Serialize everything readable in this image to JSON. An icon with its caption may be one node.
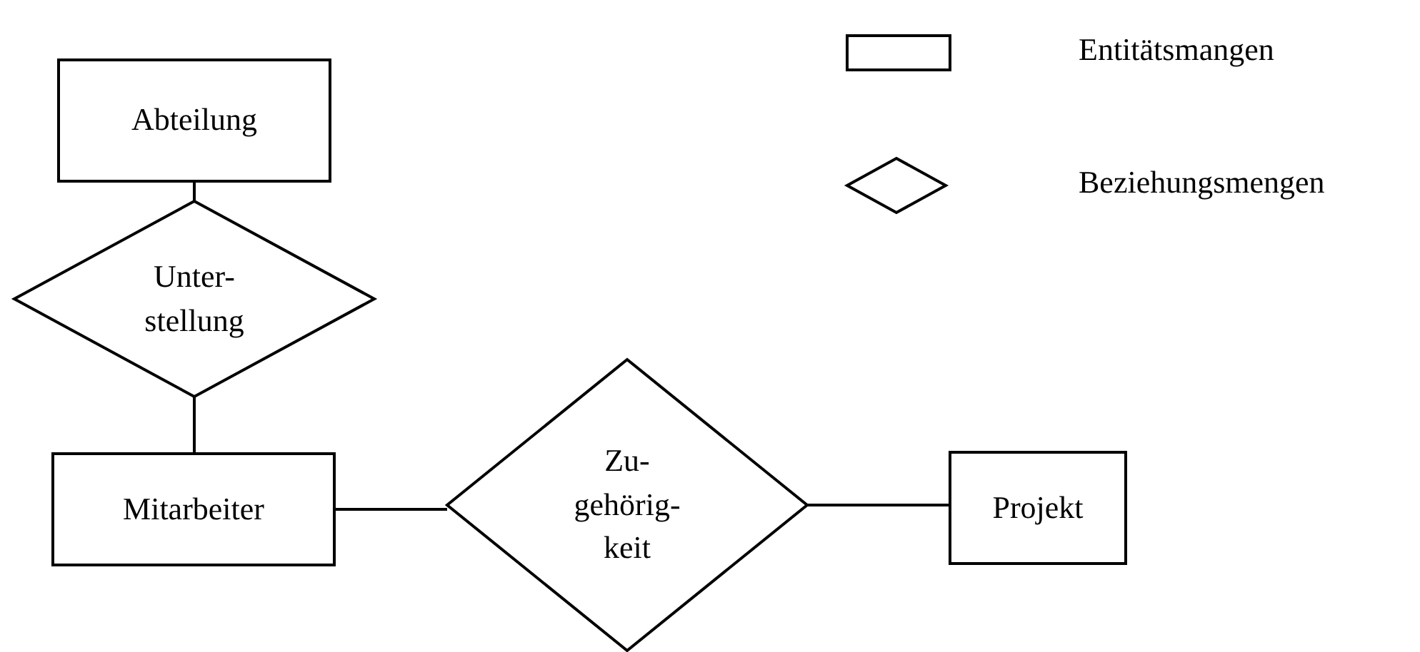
{
  "diagram": {
    "nodes": [
      {
        "text": [
          "Abteilung"
        ]
      },
      {
        "text": [
          "Unter- stellung"
        ]
      },
      {
        "text": [
          "Mitarbeiter"
        ]
      },
      {
        "text": [
          "Zu- gehörig- keit"
        ]
      },
      {
        "text": [
          "Projekt"
        ]
      }
    ],
    "edges": [
      {
        "from": 0,
        "to": 1,
        "arrow": "none"
      },
      {
        "from": 1,
        "to": 2,
        "arrow": "none"
      },
      {
        "from": 2,
        "to": 3,
        "arrow": "none"
      },
      {
        "from": 3,
        "to": 4,
        "arrow": "none"
      }
    ],
    "legend": [
      {
        "text": "Entitätsmangen"
      },
      {
        "text": "Beziehungsmengen"
      }
    ]
  }
}
